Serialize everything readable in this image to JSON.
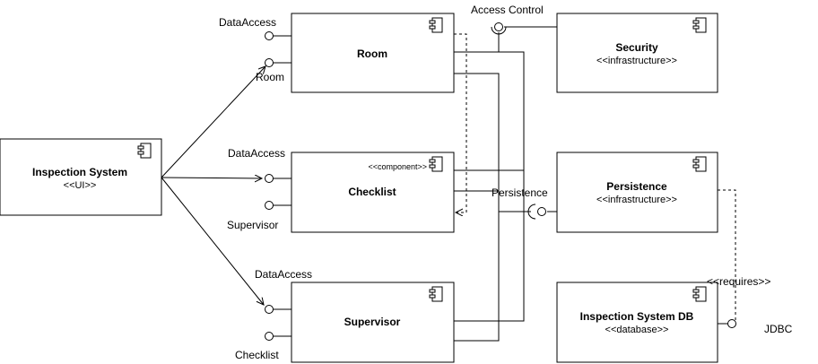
{
  "components": {
    "inspection_system": {
      "name": "Inspection System",
      "stereotype": "<<UI>>"
    },
    "room": {
      "name": "Room"
    },
    "checklist": {
      "name": "Checklist",
      "stereotype": "<<component>>"
    },
    "supervisor": {
      "name": "Supervisor"
    },
    "security": {
      "name": "Security",
      "stereotype": "<<infrastructure>>"
    },
    "persistence": {
      "name": "Persistence",
      "stereotype": "<<infrastructure>>"
    },
    "db": {
      "name": "Inspection System DB",
      "stereotype": "<<database>>"
    }
  },
  "interfaces": {
    "room_dataaccess": "DataAccess",
    "room_room": "Room",
    "checklist_dataaccess": "DataAccess",
    "checklist_supervisor": "Supervisor",
    "supervisor_dataaccess": "DataAccess",
    "supervisor_checklist": "Checklist",
    "access_control": "Access Control",
    "persistence": "Persistence",
    "requires": "<<requires>>",
    "jdbc": "JDBC"
  },
  "colors": {
    "stroke": "#000000",
    "fill": "#ffffff"
  },
  "icons": {
    "component": "component-icon"
  }
}
